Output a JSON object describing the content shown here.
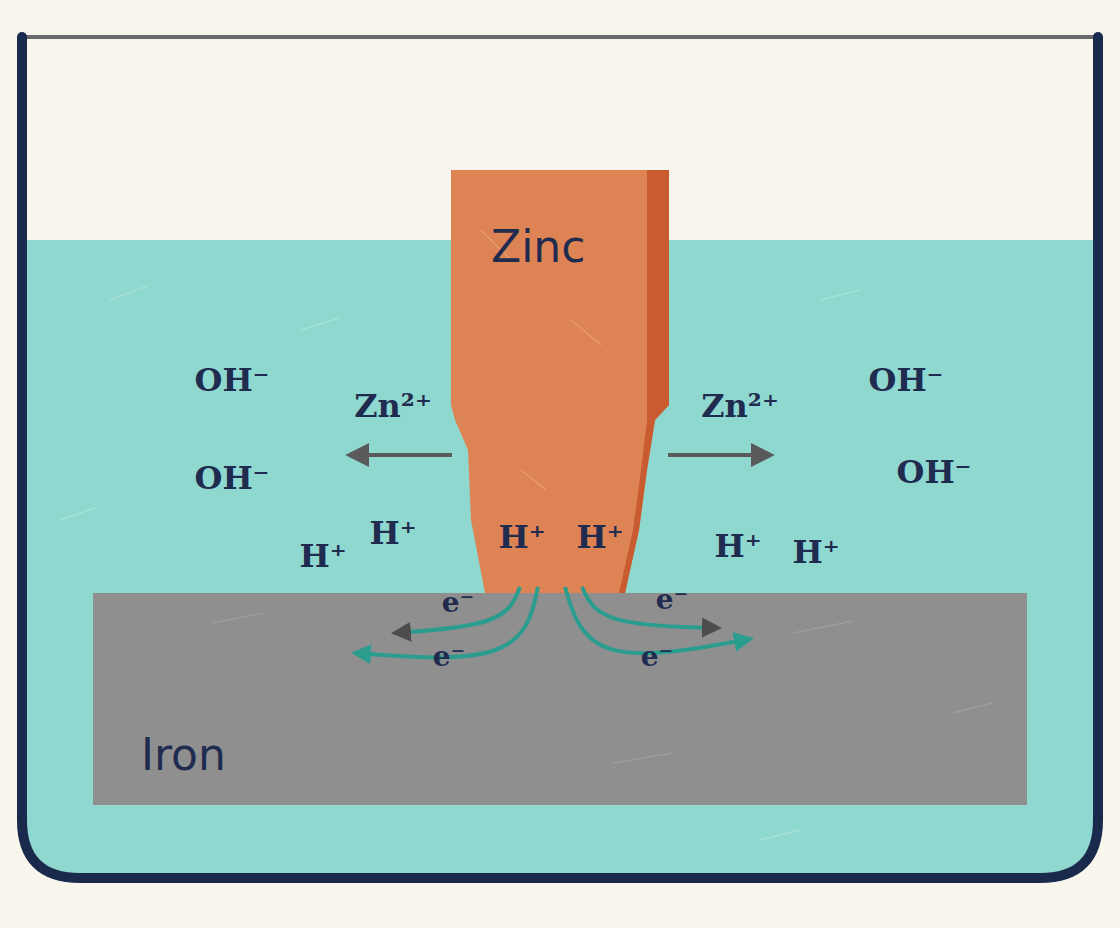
{
  "diagram": {
    "nodes": [
      {
        "text": [
          "Zinc"
        ]
      },
      {
        "text": [
          "Iron"
        ]
      }
    ],
    "edges": [
      {
        "from": 0,
        "to": 1,
        "arrow": "to",
        "label": "e⁻"
      },
      {
        "from": 0,
        "to": 1,
        "arrow": "to",
        "label": "e⁻"
      },
      {
        "from": 0,
        "to": 1,
        "arrow": "to",
        "label": "e⁻"
      },
      {
        "from": 0,
        "to": 1,
        "arrow": "to",
        "label": "e⁻"
      }
    ],
    "labels": [
      "OH⁻",
      "Zn²⁺",
      "Zn²⁺",
      "OH⁻",
      "OH⁻",
      "OH⁻",
      "H⁺",
      "H⁺",
      "H⁺",
      "H⁺",
      "H⁺",
      "H⁺"
    ]
  }
}
